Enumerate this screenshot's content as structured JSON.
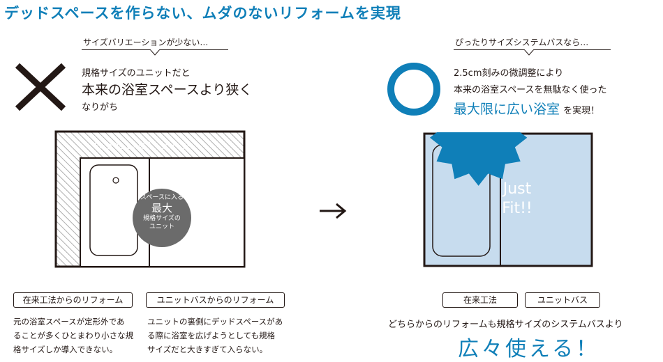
{
  "title": "デッドスペースを作らない、ムダのないリフォームを実現",
  "left": {
    "caption": "サイズバリエーションが少ない…",
    "line1": "規格サイズのユニットだと",
    "line2": "本来の浴室スペースより狭く",
    "line3": "なりがち",
    "zone_label": "もったいないゾーン",
    "circle_l1": "スペースに入る",
    "circle_l2": "最大",
    "circle_l3": "規格サイズの",
    "circle_l4": "ユニット"
  },
  "right": {
    "caption": "ぴったりサイズシステムバスなら…",
    "line1": "2.5cm刻みの微調整により",
    "line2": "本来の浴室スペースを無駄なく使った",
    "line3_emph": "最大限に広い浴室",
    "line3_rest": "を実現！",
    "badge_l1": "Just",
    "badge_l2": "Fit!!"
  },
  "tags": {
    "conventional_reform": "在来工法からのリフォーム",
    "unitbath_reform": "ユニットバスからのリフォーム",
    "conventional": "在来工法",
    "unitbath": "ユニットバス"
  },
  "notes": {
    "conventional": [
      "元の浴室スペースが定形外であ",
      "ることが多くひとまわり小さな規",
      "格サイズしか導入できない。"
    ],
    "unitbath": [
      "ユニットの裏側にデッドスペースがあ",
      "る際に浴室を広げようとしても規格",
      "サイズだと大きすぎて入らない。"
    ]
  },
  "summary": "どちらからのリフォームも規格サイズのシステムバスより",
  "headline": "広々使える！",
  "colors": {
    "accent": "#0f7fb8",
    "bath_fill": "#c7dcee",
    "circle": "#6b6b6b"
  }
}
